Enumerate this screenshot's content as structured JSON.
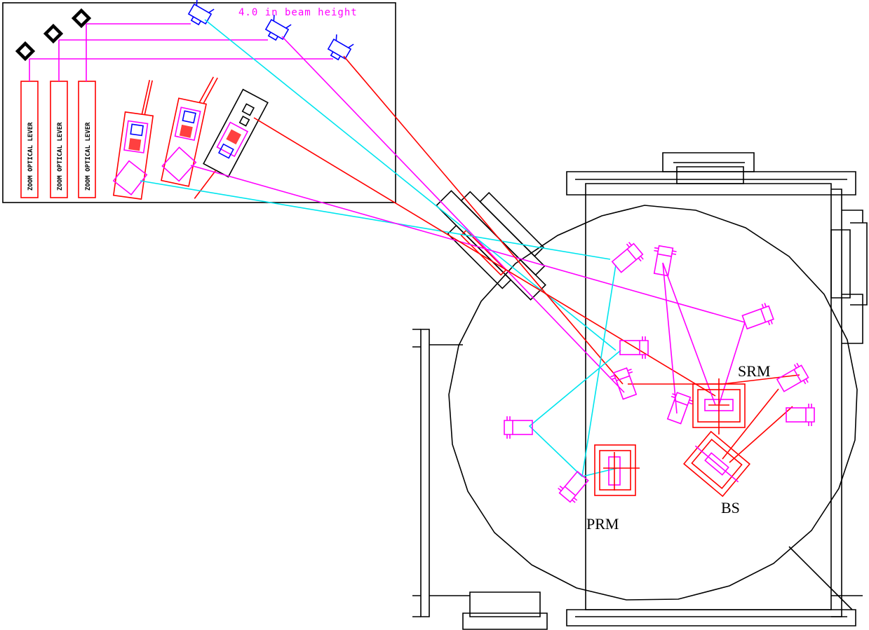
{
  "labels": {
    "beam_height": "4.0 in beam height",
    "zoom_lever": "ZOOM OPTICAL LEVER",
    "srm": "SRM",
    "bs": "BS",
    "prm": "PRM"
  },
  "colors": {
    "red": "#ff0000",
    "magenta": "#ff00ff",
    "cyan": "#00e5ee",
    "blue": "#0000ff",
    "black": "#000000"
  }
}
